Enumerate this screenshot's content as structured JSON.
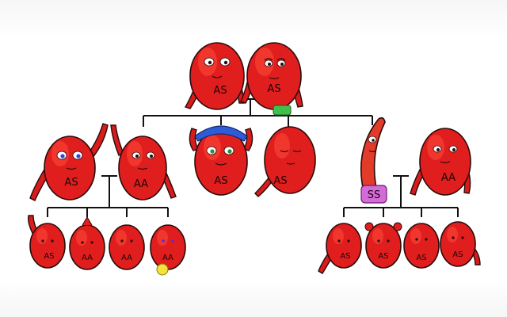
{
  "colors": {
    "cell_red": "#e11e1e",
    "cap_blue": "#2f5bd8",
    "pants_purple": "#d36bd8",
    "pants_green": "#3fc04a",
    "ball_yellow": "#f2e23a",
    "line": "#111111"
  },
  "parents": {
    "father": {
      "genotype": "AS"
    },
    "mother": {
      "genotype": "AS"
    }
  },
  "children": [
    {
      "genotype": ""
    },
    {
      "genotype": "AA"
    },
    {
      "genotype": "AS"
    },
    {
      "genotype": "AS"
    },
    {
      "genotype": "SS"
    },
    {
      "genotype": "AA"
    }
  ],
  "grandchildren_left": [
    {
      "genotype": "AS"
    },
    {
      "genotype": "AA"
    },
    {
      "genotype": "AA"
    },
    {
      "genotype": "AA"
    }
  ],
  "grandchildren_right": [
    {
      "genotype": "AS"
    },
    {
      "genotype": "AS"
    },
    {
      "genotype": "AS"
    },
    {
      "genotype": "AS"
    }
  ],
  "child_first_label": "AS"
}
